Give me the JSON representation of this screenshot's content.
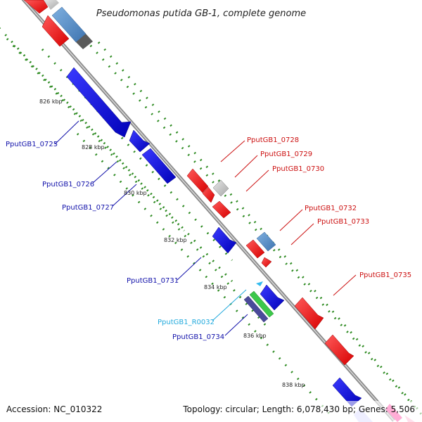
{
  "title": "Pseudomonas putida GB-1, complete genome",
  "accession": "Accession: NC_010322",
  "summary": "Topology: circular; Length: 6,078,430 bp; Genes: 5,506",
  "colors": {
    "backbone": "#8a8a8a",
    "tick_dots": "#2e8b22",
    "forward_gene": "#ee1111",
    "reverse_gene": "#1010dd",
    "steelblue_gene": "#5b8fc9",
    "rna_label": "#22aadd",
    "forward_label": "#cc1111",
    "reverse_label": "#1111aa"
  },
  "kbp_ticks": [
    "826 kbp",
    "828 kbp",
    "830 kbp",
    "832 kbp",
    "834 kbp",
    "836 kbp",
    "838 kbp"
  ],
  "genes_forward": [
    "PputGB1_0728",
    "PputGB1_0729",
    "PputGB1_0730",
    "PputGB1_0732",
    "PputGB1_0733",
    "PputGB1_0735"
  ],
  "genes_reverse": [
    "PputGB1_0725",
    "PputGB1_0726",
    "PputGB1_0727",
    "PputGB1_0731",
    "PputGB1_0734"
  ],
  "genes_rna": [
    "PputGB1_R0032"
  ]
}
